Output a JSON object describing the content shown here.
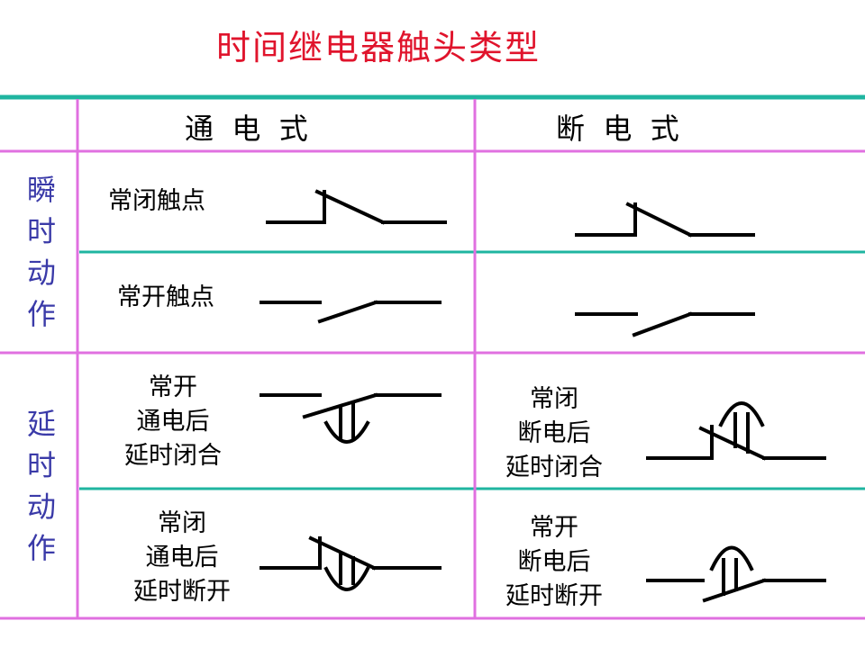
{
  "title": "时间继电器触头类型",
  "columns": {
    "energize": "通  电  式",
    "deenergize": "断  电  式"
  },
  "row_groups": {
    "instant": "瞬时动作",
    "delayed": "延时动作"
  },
  "cells": {
    "instant_nc": "常闭触点",
    "instant_no": "常开触点",
    "delay_no_on": [
      "常开",
      "通电后",
      "延时闭合"
    ],
    "delay_nc_on": [
      "常闭",
      "通电后",
      "延时断开"
    ],
    "delay_nc_off": [
      "常闭",
      "断电后",
      "延时闭合"
    ],
    "delay_no_off": [
      "常开",
      "断电后",
      "延时断开"
    ]
  },
  "colors": {
    "title": "#e0142c",
    "teal_line": "#1fb5a0",
    "magenta_line": "#e070e0",
    "group_label": "#3a3aa8"
  }
}
